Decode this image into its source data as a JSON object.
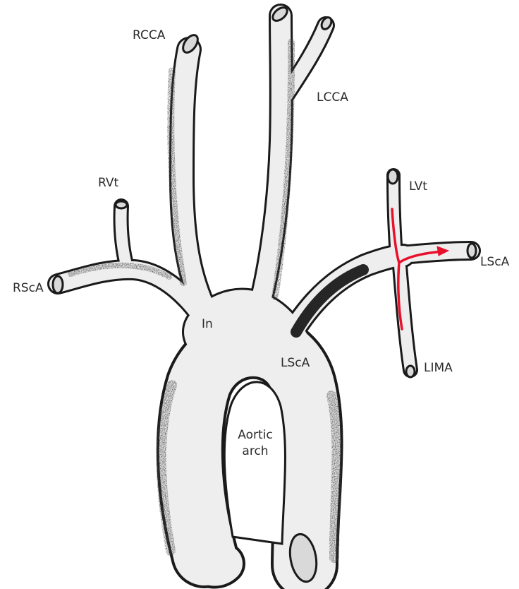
{
  "labels": {
    "rcca": "RCCA",
    "lcca": "LCCA",
    "rvt": "RVt",
    "lvt": "LVt",
    "rsca": "RScA",
    "lsca_right": "LScA",
    "lsca_arch": "LScA",
    "innominate": "In",
    "lima": "LIMA",
    "aortic_arch_line1": "Aortic",
    "aortic_arch_line2": "arch"
  },
  "colors": {
    "vessel_fill": "#eeeeee",
    "vessel_outline": "#1a1a1a",
    "shading": "#444444",
    "flow_arrow": "#e8112d"
  }
}
